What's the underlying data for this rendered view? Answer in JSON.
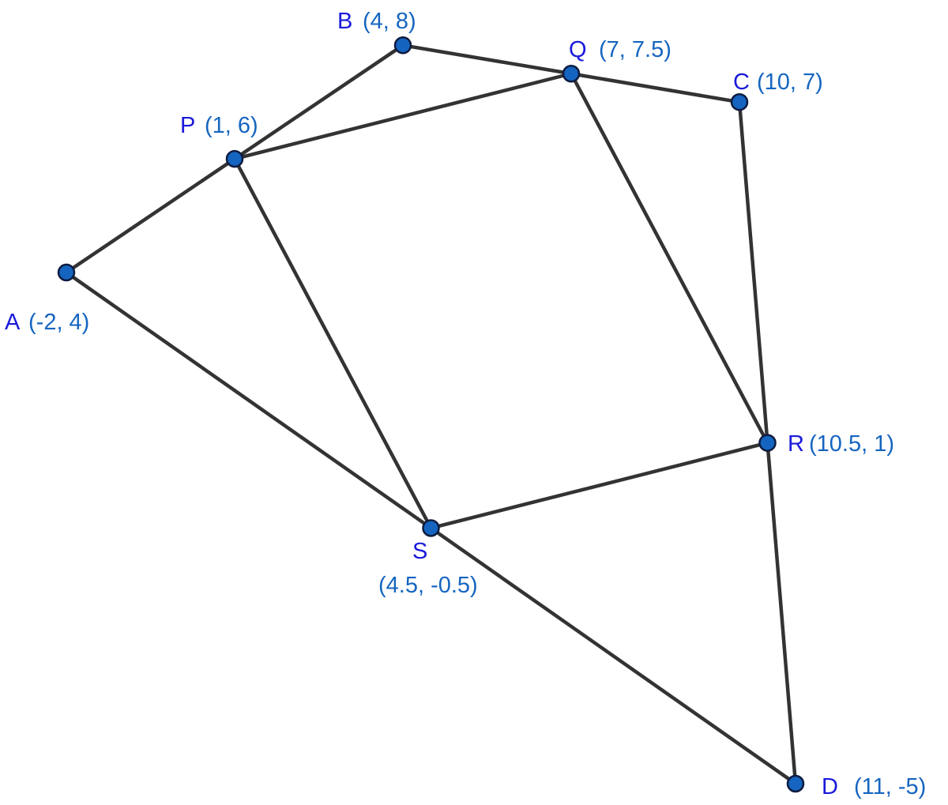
{
  "diagram": {
    "x_range": [
      -2,
      11
    ],
    "y_range": [
      -5,
      8
    ],
    "colors": {
      "segment": "#333333",
      "point_fill": "#1565c0",
      "point_name": "#1a1adb",
      "point_coords": "#1565c0"
    },
    "points": [
      {
        "id": "A",
        "name": "A",
        "coords": "(-2, 4)",
        "x": -2,
        "y": 4
      },
      {
        "id": "B",
        "name": "B",
        "coords": "(4, 8)",
        "x": 4,
        "y": 8
      },
      {
        "id": "C",
        "name": "C",
        "coords": "(10, 7)",
        "x": 10,
        "y": 7
      },
      {
        "id": "D",
        "name": "D",
        "coords": "(11, -5)",
        "x": 11,
        "y": -5
      },
      {
        "id": "P",
        "name": "P",
        "coords": "(1, 6)",
        "x": 1,
        "y": 6
      },
      {
        "id": "Q",
        "name": "Q",
        "coords": "(7, 7.5)",
        "x": 7,
        "y": 7.5
      },
      {
        "id": "R",
        "name": "R",
        "coords": "(10.5, 1)",
        "x": 10.5,
        "y": 1
      },
      {
        "id": "S",
        "name": "S",
        "coords": "(4.5, -0.5)",
        "x": 4.5,
        "y": -0.5
      }
    ],
    "segments": [
      [
        "A",
        "P"
      ],
      [
        "P",
        "B"
      ],
      [
        "B",
        "Q"
      ],
      [
        "Q",
        "C"
      ],
      [
        "C",
        "R"
      ],
      [
        "R",
        "D"
      ],
      [
        "D",
        "S"
      ],
      [
        "S",
        "A"
      ],
      [
        "P",
        "Q"
      ],
      [
        "Q",
        "R"
      ],
      [
        "R",
        "S"
      ],
      [
        "S",
        "P"
      ]
    ]
  }
}
